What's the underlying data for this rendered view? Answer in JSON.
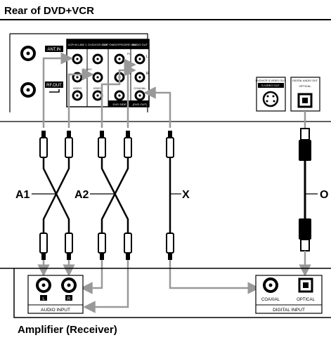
{
  "top_title": "Rear of DVD+VCR",
  "bottom_title": "Amplifier (Receiver)",
  "dvd_vcr_panel": {
    "ant_in": "ANT.IN",
    "rf_out": "RF.OUT",
    "col_headers": [
      "VCR IN LINE 1",
      "DVD/VCR OUT",
      "COMPONENT/PROGRESSIVE",
      "AUDIO OUT"
    ],
    "row_audio": "AUDIO",
    "row_video": "VIDEO",
    "dvd_side": "DVD SIDE",
    "coaxial": "COAXIAL",
    "spdif_out": "(DVD OUT)",
    "svideo_label": "DVD/VCR S-VIDEO OUT",
    "svideo_sub": "S-VIDEO OUT",
    "digital_audio_out": "DIGITAL AUDIO OUT",
    "optical": "OPTICAL",
    "pr": "Pr",
    "pb": "Pb",
    "y": "Y",
    "l": "L",
    "r": "R"
  },
  "cables": {
    "a1": "A1",
    "a2": "A2",
    "x": "X",
    "o": "O"
  },
  "receiver_panel": {
    "audio_input": "AUDIO INPUT",
    "l": "L",
    "r": "R",
    "coaxial": "COAXIAL",
    "optical": "OPTICAL",
    "digital_input": "DIGITAL INPUT"
  }
}
